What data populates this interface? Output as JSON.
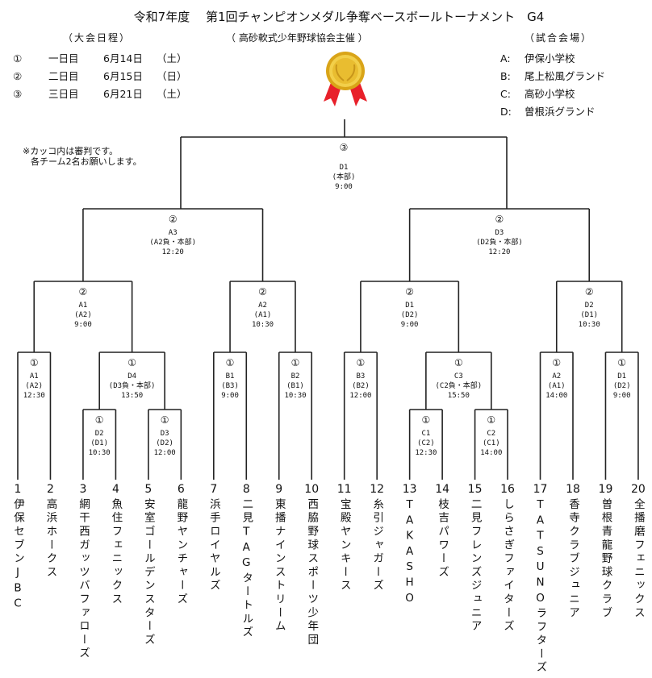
{
  "title": "令和7年度　 第1回チャンピオンメダル争奪ベースボールトーナメント　G4",
  "schedule_header": "（大会日程）",
  "organizer": "（ 高砂軟式少年野球協会主催 ）",
  "venue_header": "（試合会場）",
  "schedule": [
    {
      "mark": "①",
      "day": "一日目",
      "date": "6月14日",
      "weekday": "（土）"
    },
    {
      "mark": "②",
      "day": "二日目",
      "date": "6月15日",
      "weekday": "（日）"
    },
    {
      "mark": "③",
      "day": "三日目",
      "date": "6月21日",
      "weekday": "（土）"
    }
  ],
  "venues": [
    {
      "code": "A:",
      "name": "伊保小学校"
    },
    {
      "code": "B:",
      "name": "尾上松風グランド"
    },
    {
      "code": "C:",
      "name": "高砂小学校"
    },
    {
      "code": "D:",
      "name": "曽根浜グランド"
    }
  ],
  "note": [
    "※カッコ内は審判です。",
    "各チーム2名お願いします。"
  ],
  "colors": {
    "medal_gold": "#e8b923",
    "ribbon_red": "#e8202a",
    "line": "#222222"
  },
  "matches": {
    "r1_1": {
      "round": "①",
      "venue": "A1",
      "umpire": "(A2)",
      "time": "12:30"
    },
    "r1_2": {
      "round": "①",
      "venue": "D2",
      "umpire": "(D1)",
      "time": "10:30"
    },
    "r1_3": {
      "round": "①",
      "venue": "D3",
      "umpire": "(D2)",
      "time": "12:00"
    },
    "r1_4": {
      "round": "①",
      "venue": "D4",
      "umpire": "(D3負・本部)",
      "time": "13:50"
    },
    "r1_5": {
      "round": "①",
      "venue": "B1",
      "umpire": "(B3)",
      "time": "9:00"
    },
    "r1_6": {
      "round": "①",
      "venue": "B2",
      "umpire": "(B1)",
      "time": "10:30"
    },
    "r1_7": {
      "round": "①",
      "venue": "B3",
      "umpire": "(B2)",
      "time": "12:00"
    },
    "r1_8": {
      "round": "①",
      "venue": "C1",
      "umpire": "(C2)",
      "time": "12:30"
    },
    "r1_9": {
      "round": "①",
      "venue": "C2",
      "umpire": "(C1)",
      "time": "14:00"
    },
    "r1_10": {
      "round": "①",
      "venue": "C3",
      "umpire": "(C2負・本部)",
      "time": "15:50"
    },
    "r1_11": {
      "round": "①",
      "venue": "A2",
      "umpire": "(A1)",
      "time": "14:00"
    },
    "r1_12": {
      "round": "①",
      "venue": "D1",
      "umpire": "(D2)",
      "time": "9:00"
    },
    "r2_1": {
      "round": "②",
      "venue": "A1",
      "umpire": "(A2)",
      "time": "9:00"
    },
    "r2_2": {
      "round": "②",
      "venue": "A2",
      "umpire": "(A1)",
      "time": "10:30"
    },
    "r2_3": {
      "round": "②",
      "venue": "D1",
      "umpire": "(D2)",
      "time": "9:00"
    },
    "r2_4": {
      "round": "②",
      "venue": "D2",
      "umpire": "(D1)",
      "time": "10:30"
    },
    "r3_1": {
      "round": "②",
      "venue": "A3",
      "umpire": "(A2負・本部)",
      "time": "12:20"
    },
    "r3_2": {
      "round": "②",
      "venue": "D3",
      "umpire": "(D2負・本部)",
      "time": "12:20"
    },
    "final": {
      "round": "③",
      "venue": "D1",
      "umpire": "(本部)",
      "time": "9:00"
    }
  },
  "teams": [
    {
      "num": "1",
      "name": "伊保セブンJBC"
    },
    {
      "num": "2",
      "name": "高浜ホークス"
    },
    {
      "num": "3",
      "name": "網干西ガッツバファローズ"
    },
    {
      "num": "4",
      "name": "魚住フェニックス"
    },
    {
      "num": "5",
      "name": "安室ゴールデンスターズ"
    },
    {
      "num": "6",
      "name": "龍野ヤンチャーズ"
    },
    {
      "num": "7",
      "name": "浜手ロイヤルズ"
    },
    {
      "num": "8",
      "name": "二見TAGタートルズ"
    },
    {
      "num": "9",
      "name": "東播ナインストリーム"
    },
    {
      "num": "10",
      "name": "西脇野球スポーツ少年団"
    },
    {
      "num": "11",
      "name": "宝殿ヤンキース"
    },
    {
      "num": "12",
      "name": "糸引ジャガーズ"
    },
    {
      "num": "13",
      "name": "TAKASHO"
    },
    {
      "num": "14",
      "name": "枝吉パワーズ"
    },
    {
      "num": "15",
      "name": "二見フレンズジュニア"
    },
    {
      "num": "16",
      "name": "しらさぎファイターズ"
    },
    {
      "num": "17",
      "name": "TATSUNOラフターズ"
    },
    {
      "num": "18",
      "name": "香寺クラブジュニア"
    },
    {
      "num": "19",
      "name": "曽根青龍野球クラブ"
    },
    {
      "num": "20",
      "name": "全播磨フェニックス"
    }
  ]
}
